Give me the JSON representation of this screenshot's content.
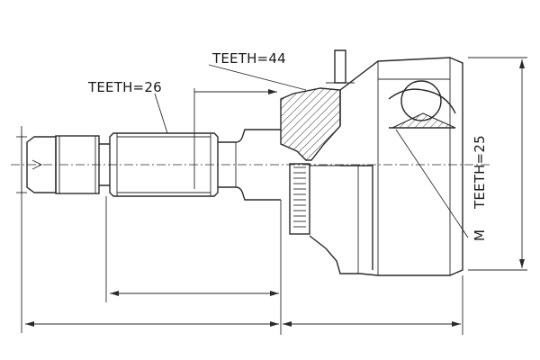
{
  "labels": {
    "teeth_outer": "TEETH=44",
    "teeth_spline": "TEETH=26",
    "teeth_inner": "TEETH=25",
    "marker": "M"
  },
  "colors": {
    "line": "#2a2a2a",
    "background": "#ffffff"
  }
}
